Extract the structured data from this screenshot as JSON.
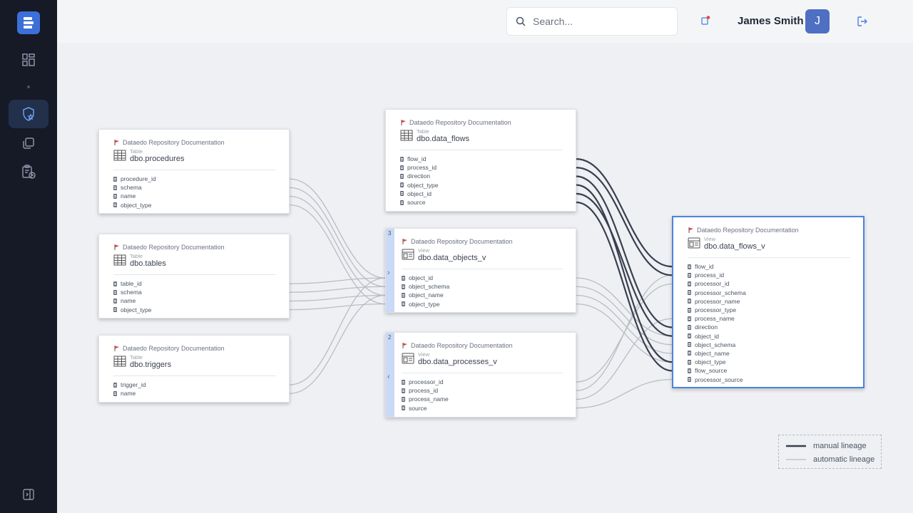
{
  "sidebar": {
    "items": [
      {
        "icon": "dashboard-icon"
      },
      {
        "icon": "shield-star-icon",
        "active": true
      },
      {
        "icon": "copy-icon"
      },
      {
        "icon": "clipboard-clock-icon"
      }
    ],
    "bottom_icon": "panel-toggle-icon"
  },
  "topbar": {
    "search_placeholder": "Search...",
    "user_name": "James Smith",
    "avatar_initial": "J"
  },
  "nodes": {
    "procedures": {
      "repo": "Dataedo Repository Documentation",
      "type": "Table",
      "name": "dbo.procedures",
      "columns": [
        "procedure_id",
        "schema",
        "name",
        "object_type"
      ]
    },
    "tables": {
      "repo": "Dataedo Repository Documentation",
      "type": "Table",
      "name": "dbo.tables",
      "columns": [
        "table_id",
        "schema",
        "name",
        "object_type"
      ]
    },
    "triggers": {
      "repo": "Dataedo Repository Documentation",
      "type": "Table",
      "name": "dbo.triggers",
      "columns": [
        "trigger_id",
        "name"
      ]
    },
    "data_flows": {
      "repo": "Dataedo Repository Documentation",
      "type": "Table",
      "name": "dbo.data_flows",
      "columns": [
        "flow_id",
        "process_id",
        "direction",
        "object_type",
        "object_id",
        "source"
      ]
    },
    "data_objects_v": {
      "repo": "Dataedo Repository Documentation",
      "type": "View",
      "name": "dbo.data_objects_v",
      "strip_count": "3",
      "strip_chevron": "›",
      "columns": [
        "object_id",
        "object_schema",
        "object_name",
        "object_type"
      ]
    },
    "data_processes_v": {
      "repo": "Dataedo Repository Documentation",
      "type": "View",
      "name": "dbo.data_processes_v",
      "strip_count": "2",
      "strip_chevron": "‹",
      "columns": [
        "processor_id",
        "process_id",
        "process_name",
        "source"
      ]
    },
    "data_flows_v": {
      "repo": "Dataedo Repository Documentation",
      "type": "View",
      "name": "dbo.data_flows_v",
      "columns": [
        "flow_id",
        "process_id",
        "processor_id",
        "processor_schema",
        "processor_name",
        "processor_type",
        "process_name",
        "direction",
        "object_id",
        "object_schema",
        "object_name",
        "object_type",
        "flow_source",
        "processor_source"
      ]
    }
  },
  "legend": {
    "manual_label": "manual lineage",
    "automatic_label": "automatic lineage",
    "manual_color": "#3a3f4f",
    "automatic_color": "#b9bcc2"
  },
  "lineage": {
    "manual": [
      [
        "data_flows.flow_id",
        "data_flows_v.flow_id"
      ],
      [
        "data_flows.process_id",
        "data_flows_v.process_id"
      ],
      [
        "data_flows.direction",
        "data_flows_v.direction"
      ],
      [
        "data_flows.object_type",
        "data_flows_v.object_type"
      ],
      [
        "data_flows.object_id",
        "data_flows_v.object_id"
      ],
      [
        "data_flows.source",
        "data_flows_v.flow_source"
      ]
    ],
    "automatic": [
      [
        "procedures.procedure_id",
        "data_objects_v.object_id"
      ],
      [
        "procedures.schema",
        "data_objects_v.object_schema"
      ],
      [
        "procedures.name",
        "data_objects_v.object_name"
      ],
      [
        "procedures.object_type",
        "data_objects_v.object_type"
      ],
      [
        "tables.table_id",
        "data_objects_v.object_id"
      ],
      [
        "tables.schema",
        "data_objects_v.object_schema"
      ],
      [
        "tables.name",
        "data_objects_v.object_name"
      ],
      [
        "tables.object_type",
        "data_objects_v.object_type"
      ],
      [
        "triggers.trigger_id",
        "data_objects_v.object_id"
      ],
      [
        "triggers.name",
        "data_objects_v.object_name"
      ],
      [
        "data_objects_v.object_id",
        "data_flows_v.object_id"
      ],
      [
        "data_objects_v.object_schema",
        "data_flows_v.object_schema"
      ],
      [
        "data_objects_v.object_name",
        "data_flows_v.object_name"
      ],
      [
        "data_objects_v.object_type",
        "data_flows_v.object_type"
      ],
      [
        "data_processes_v.processor_id",
        "data_flows_v.processor_id"
      ],
      [
        "data_processes_v.process_id",
        "data_flows_v.process_id"
      ],
      [
        "data_processes_v.process_name",
        "data_flows_v.process_name"
      ],
      [
        "data_processes_v.source",
        "data_flows_v.processor_source"
      ]
    ]
  }
}
